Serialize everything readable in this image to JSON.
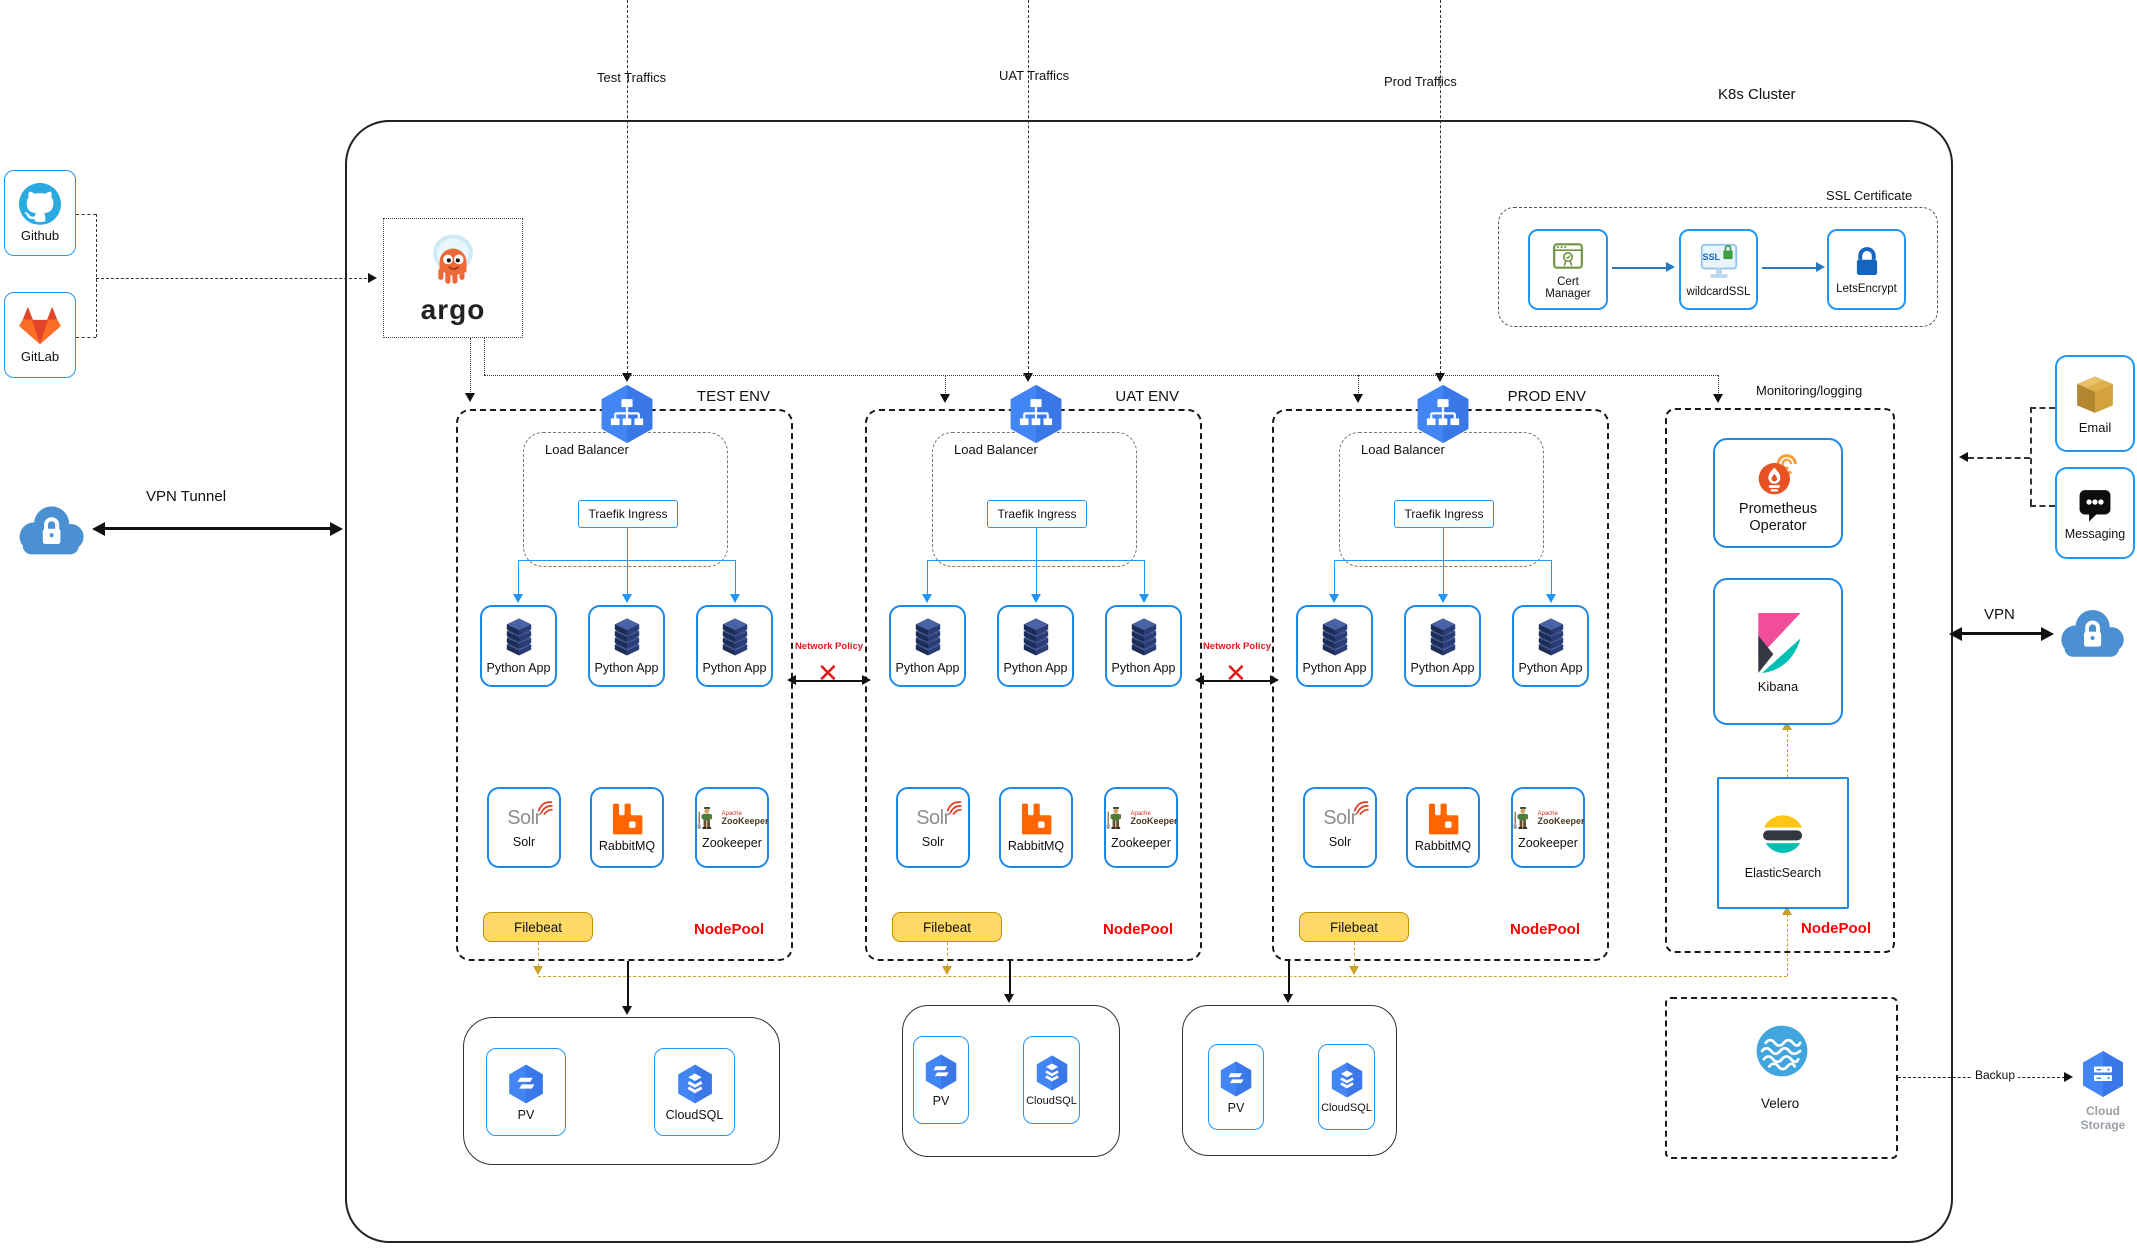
{
  "cluster": {
    "label": "K8s Cluster"
  },
  "traffic": {
    "test": "Test Traffics",
    "uat": "UAT Traffics",
    "prod": "Prod Traffics"
  },
  "scm": {
    "github": "Github",
    "gitlab": "GitLab"
  },
  "vpn_tunnel": {
    "label": "VPN Tunnel"
  },
  "argo": {
    "wordmark": "argo"
  },
  "ssl": {
    "title": "SSL Certificate",
    "cert_manager": "Cert Manager",
    "wildcard_ssl": "wildcardSSL",
    "lets_encrypt": "LetsEncrypt",
    "badge": "SSL"
  },
  "environments": [
    {
      "name": "TEST ENV"
    },
    {
      "name": "UAT ENV"
    },
    {
      "name": "PROD ENV"
    }
  ],
  "env": {
    "load_balancer": "Load Balancer",
    "ingress": "Traefik Ingress",
    "app": "Python App",
    "solr": "Solr",
    "solr_logo": "Solr",
    "rabbitmq": "RabbitMQ",
    "zookeeper": "Zookeeper",
    "zk_brand_top": "Apache",
    "zk_brand": "ZooKeeper",
    "filebeat": "Filebeat",
    "nodepool": "NodePool"
  },
  "network_policy": {
    "label": "Network Policy",
    "x": "✕"
  },
  "monitoring": {
    "title": "Monitoring/logging",
    "prometheus": "Prometheus Operator",
    "kibana": "Kibana",
    "elasticsearch": "ElasticSearch",
    "nodepool": "NodePool"
  },
  "storage": {
    "pv": "PV",
    "cloudsql": "CloudSQL"
  },
  "velero": {
    "label": "Velero"
  },
  "backup": {
    "label": "Backup"
  },
  "cloud_storage": {
    "label": "Cloud Storage"
  },
  "external": {
    "email": "Email",
    "messaging": "Messaging",
    "vpn": "VPN"
  }
}
